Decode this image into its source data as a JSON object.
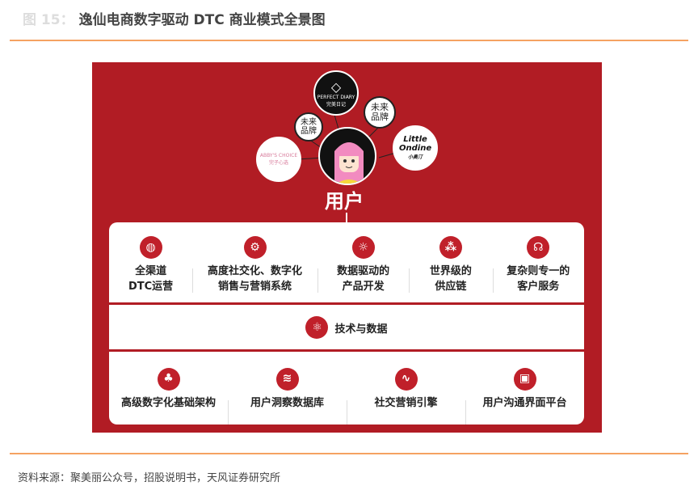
{
  "header": {
    "figure_no": "图 15：",
    "title": "逸仙电商数字驱动 DTC 商业模式全景图"
  },
  "diagram": {
    "center_label": "用户",
    "brands": [
      {
        "name": "PERFECT DIARY",
        "sub": "完美日记"
      },
      {
        "name": "未来品牌"
      },
      {
        "name": "未来品牌"
      },
      {
        "name": "ABBY'S CHOICE",
        "sub": "完子心选"
      },
      {
        "name": "Little Ondine",
        "sub": "小奥汀"
      }
    ],
    "capabilities": [
      {
        "icon": "globe-icon",
        "line1": "全渠道",
        "line2": "DTC运营"
      },
      {
        "icon": "gear-icon",
        "line1": "高度社交化、数字化",
        "line2": "销售与营销系统"
      },
      {
        "icon": "lightbulb-icon",
        "line1": "数据驱动的",
        "line2": "产品开发"
      },
      {
        "icon": "network-icon",
        "line1": "世界级的",
        "line2": "供应链"
      },
      {
        "icon": "headset-icon",
        "line1": "复杂则专一的",
        "line2": "客户服务"
      }
    ],
    "middle": {
      "icon": "atom-icon",
      "label": "技术与数据"
    },
    "foundation": [
      {
        "icon": "hierarchy-icon",
        "label": "高级数字化基础架构"
      },
      {
        "icon": "layers-icon",
        "label": "用户洞察数据库"
      },
      {
        "icon": "share-graph-icon",
        "label": "社交营销引擎"
      },
      {
        "icon": "monitor-user-icon",
        "label": "用户沟通界面平台"
      }
    ]
  },
  "footer": {
    "source": "资料来源：聚美丽公众号，招股说明书，天风证券研究所"
  }
}
